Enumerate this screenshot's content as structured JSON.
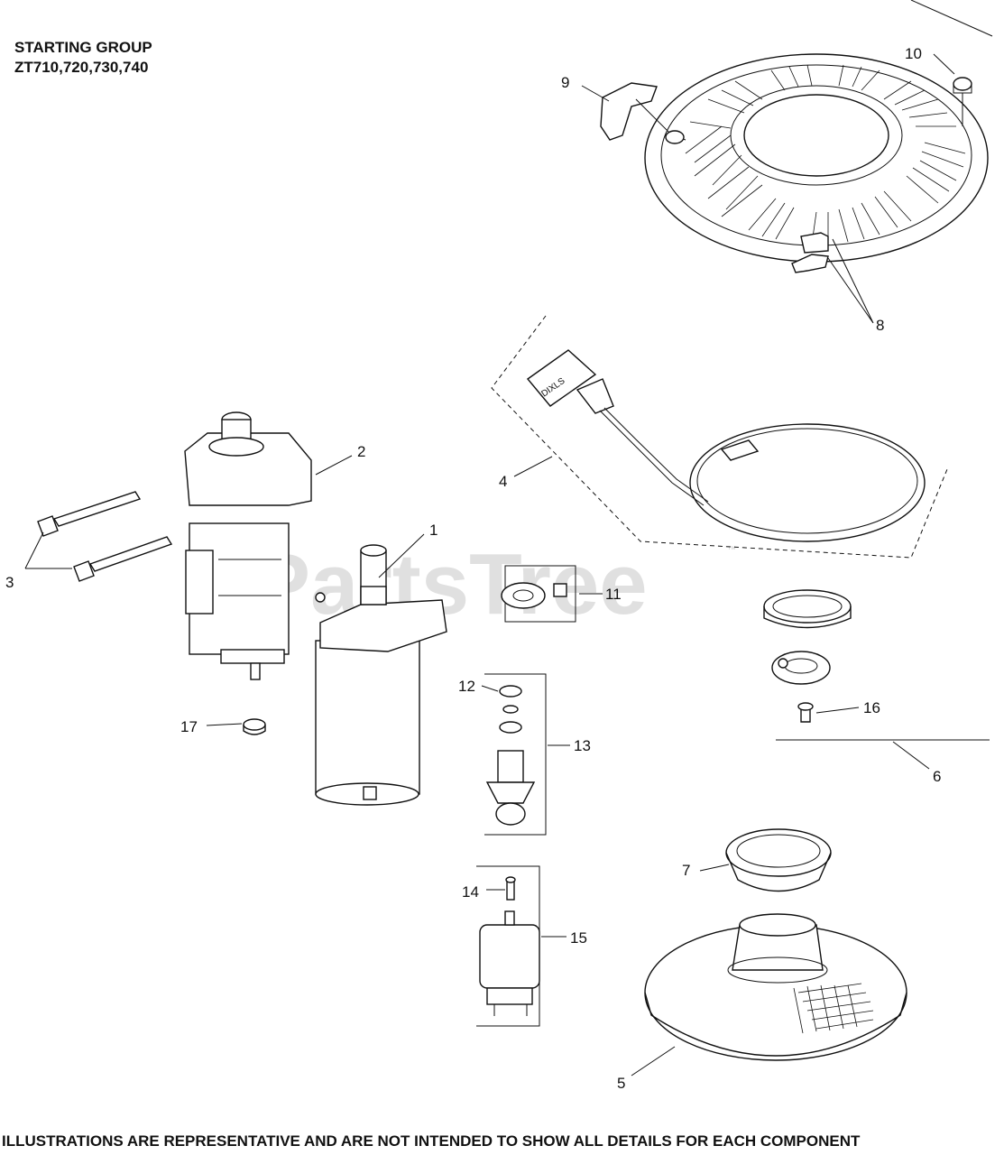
{
  "title": {
    "line1": "STARTING GROUP",
    "line2": "ZT710,720,730,740"
  },
  "footer": "ILLUSTRATIONS ARE REPRESENTATIVE AND ARE NOT INTENDED TO SHOW ALL DETAILS FOR EACH COMPONENT",
  "watermark": "PartsTree",
  "watermark_tm": "™",
  "starter_label": "DIXLS",
  "callouts": {
    "c1": "1",
    "c2": "2",
    "c3": "3",
    "c4": "4",
    "c5": "5",
    "c6": "6",
    "c7": "7",
    "c8": "8",
    "c9": "9",
    "c10": "10",
    "c11": "11",
    "c12": "12",
    "c13": "13",
    "c14": "14",
    "c15": "15",
    "c16": "16",
    "c17": "17"
  }
}
